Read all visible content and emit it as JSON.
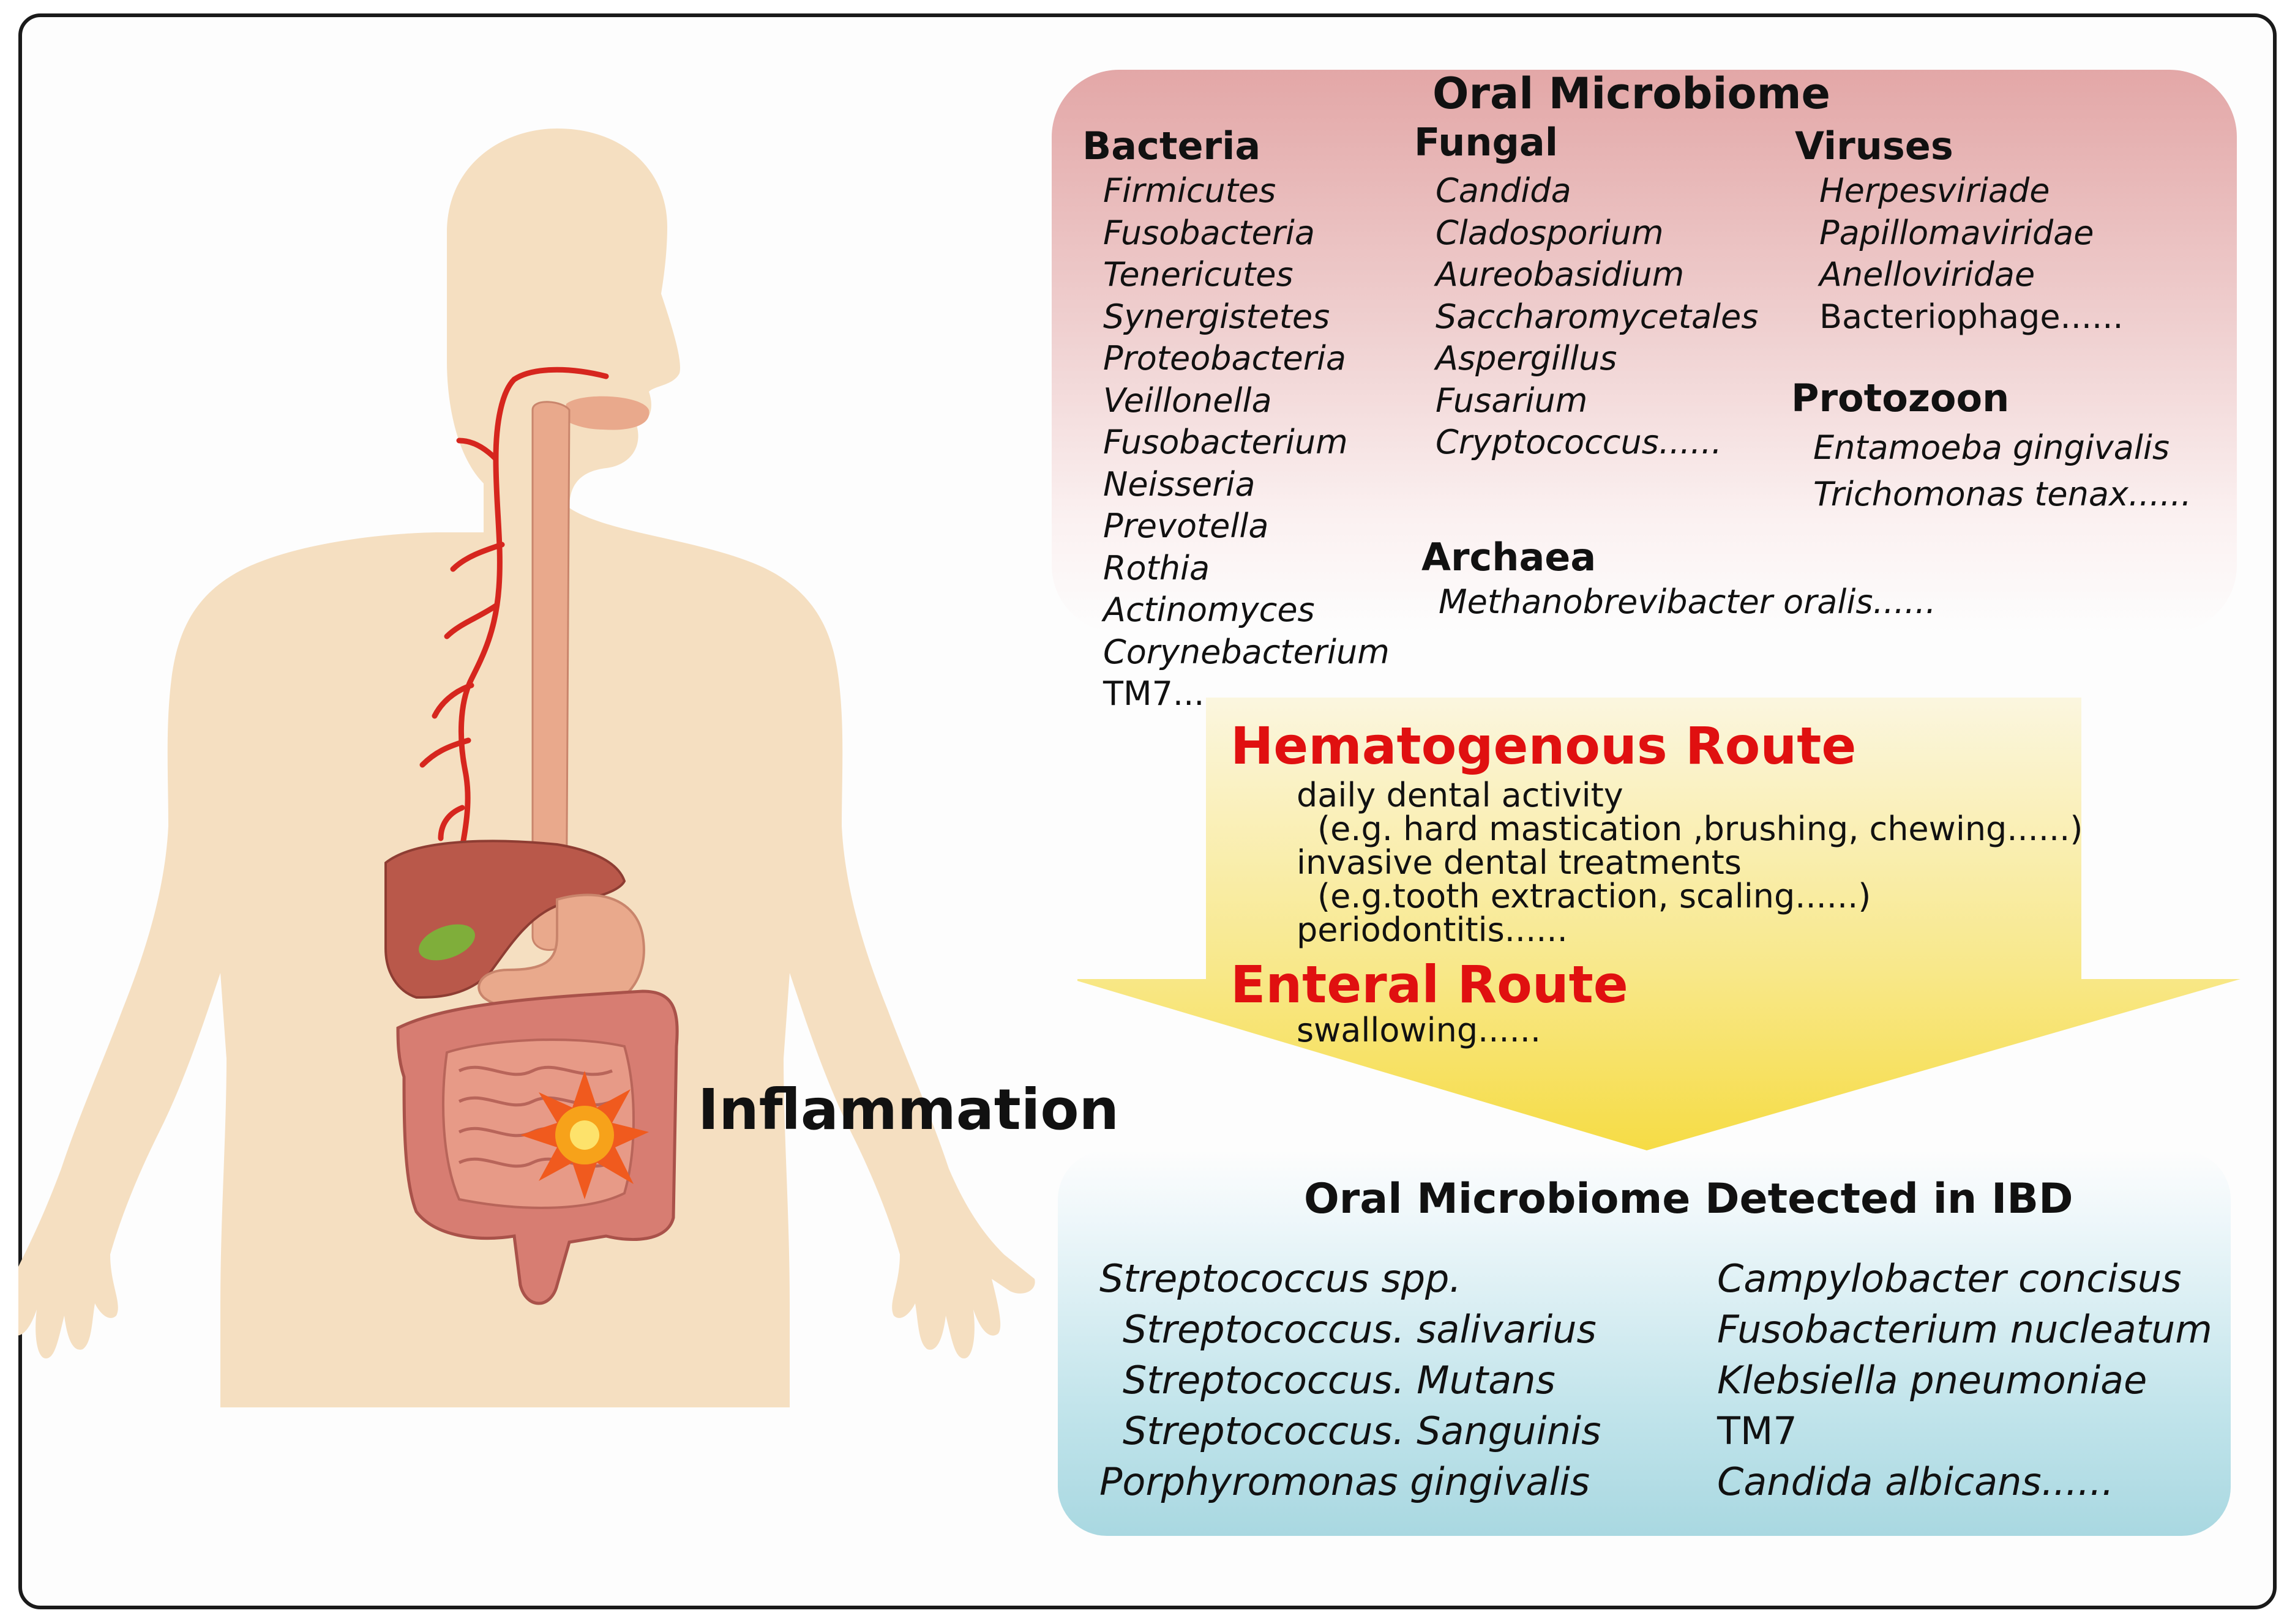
{
  "inflammation_label": "Inflammation",
  "oral_microbiome": {
    "title": "Oral Microbiome",
    "bacteria": {
      "heading": "Bacteria",
      "items": [
        "Firmicutes",
        "Fusobacteria",
        "Tenericutes",
        "Synergistetes",
        "Proteobacteria",
        "Veillonella",
        "Fusobacterium",
        "Neisseria",
        "Prevotella",
        "Rothia",
        "Actinomyces",
        "Corynebacterium",
        "TM7......"
      ]
    },
    "fungal": {
      "heading": "Fungal",
      "items": [
        "Candida",
        "Cladosporium",
        "Aureobasidium",
        "Saccharomycetales",
        "Aspergillus",
        "Fusarium",
        "Cryptococcus......"
      ]
    },
    "viruses": {
      "heading": "Viruses",
      "items": [
        "Herpesviriade",
        "Papillomaviridae",
        "Anelloviridae",
        "Bacteriophage......"
      ]
    },
    "protozoon": {
      "heading": "Protozoon",
      "items": [
        "Entamoeba gingivalis",
        "Trichomonas tenax......"
      ]
    },
    "archaea": {
      "heading": "Archaea",
      "items": [
        "Methanobrevibacter oralis......"
      ]
    }
  },
  "routes": {
    "hematogenous": {
      "heading": "Hematogenous Route",
      "lines": [
        "daily dental activity",
        "(e.g. hard mastication ,brushing, chewing......)",
        "invasive dental treatments",
        "(e.g.tooth extraction, scaling......)",
        "periodontitis......"
      ]
    },
    "enteral": {
      "heading": "Enteral Route",
      "lines": [
        "swallowing......"
      ]
    }
  },
  "ibd": {
    "title": "Oral Microbiome Detected in IBD",
    "left": [
      "Streptococcus spp.",
      "Streptococcus. salivarius",
      "Streptococcus. Mutans",
      "Streptococcus. Sanguinis",
      "Porphyromonas gingivalis"
    ],
    "right": [
      "Campylobacter concisus",
      "Fusobacterium nucleatum",
      "Klebsiella pneumoniae",
      "TM7",
      "Candida albicans......"
    ]
  },
  "colors": {
    "route_heading": "#e01010",
    "oral_box_top": "#e3a7a7",
    "ibd_box_bottom": "#a9d8e1",
    "arrow_top": "#fbf6df",
    "arrow_bottom": "#f6dc45",
    "body_silhouette": "#f5dfc1",
    "blood_vessel": "#d6261e",
    "esophagus": "#e9a98c",
    "intestine": "#d77d72",
    "liver": "#b9584a",
    "gallbladder": "#7fae3a",
    "inflammation_burst": "#f7a21a"
  },
  "icons": [
    "body-silhouette-icon",
    "digestive-tract-icon",
    "blood-vessel-icon",
    "inflammation-burst-icon",
    "route-arrow-icon"
  ]
}
